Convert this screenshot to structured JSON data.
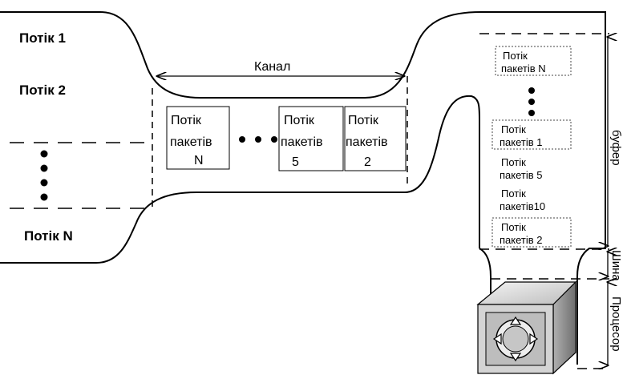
{
  "diagram": {
    "streams": {
      "first": "Потік 1",
      "second": "Потік 2",
      "last": "Потік N"
    },
    "channel": {
      "label": "Канал",
      "packets": [
        {
          "line1": "Потік",
          "line2": "пакетів",
          "line3": "N"
        },
        {
          "line1": "Потік",
          "line2": "пакетів",
          "line3": "5"
        },
        {
          "line1": "Потік",
          "line2": "пакетів",
          "line3": "2"
        }
      ]
    },
    "buffer": {
      "label": "буфер",
      "items": [
        {
          "line1": "Потік",
          "line2": "пакетів N"
        },
        {
          "line1": "Потік",
          "line2": "пакетів 1"
        },
        {
          "line1": "Потік",
          "line2": "пакетів 5"
        },
        {
          "line1": "Потік",
          "line2": "пакетів10"
        },
        {
          "line1": "Потік",
          "line2": "пакетів 2"
        }
      ]
    },
    "bus": {
      "label": "Шина"
    },
    "processor": {
      "label": "Процесор"
    },
    "colors": {
      "line": "#000000",
      "processor_face": "#cfcfcf",
      "processor_side": "#9a9a9a"
    }
  }
}
